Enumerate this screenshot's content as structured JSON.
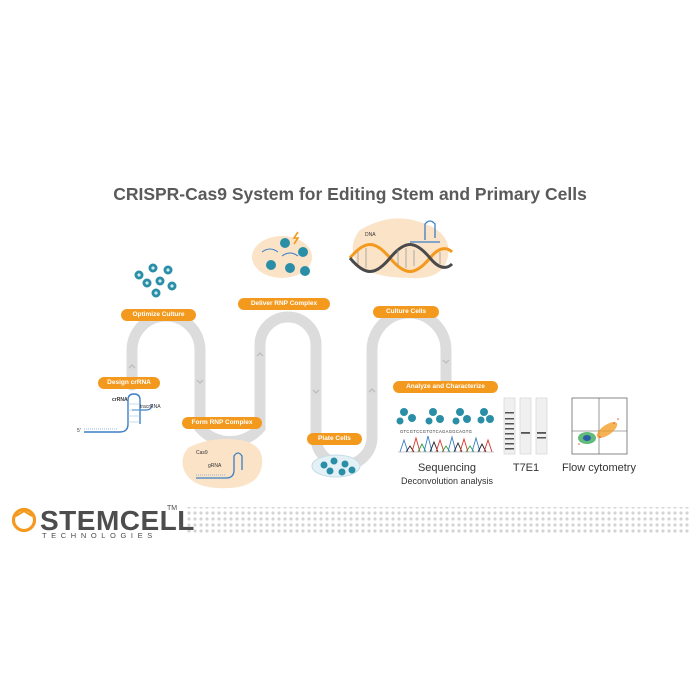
{
  "title": "CRISPR-Cas9 System for Editing Stem and Primary Cells",
  "steps": [
    {
      "label": "Design crRNA"
    },
    {
      "label": "Optimize Culture"
    },
    {
      "label": "Form RNP Complex"
    },
    {
      "label": "Deliver RNP Complex"
    },
    {
      "label": "Plate Cells"
    },
    {
      "label": "Culture Cells"
    },
    {
      "label": "Analyze and Characterize"
    }
  ],
  "annotations": {
    "crrna": "crRNA",
    "tracrrna": "tracrRNA",
    "five_prime": "5'",
    "cas9": "Cas9",
    "grna": "gRNA",
    "dna": "DNA",
    "sequence": "GTCGTCCGTGTCAGAGGCAGTG"
  },
  "analysis": {
    "sequencing": "Sequencing",
    "deconvolution": "Deconvolution analysis",
    "t7e1": "T7E1",
    "flow": "Flow cytometry"
  },
  "logo": {
    "name": "STEMCELL",
    "tm": "TM",
    "sub": "TECHNOLOGIES"
  },
  "colors": {
    "accent": "#f39a1e",
    "track": "#dcdcdc",
    "cell": "#2a8ea6",
    "blob": "#fbe3c8",
    "title": "#5a5a5a"
  }
}
